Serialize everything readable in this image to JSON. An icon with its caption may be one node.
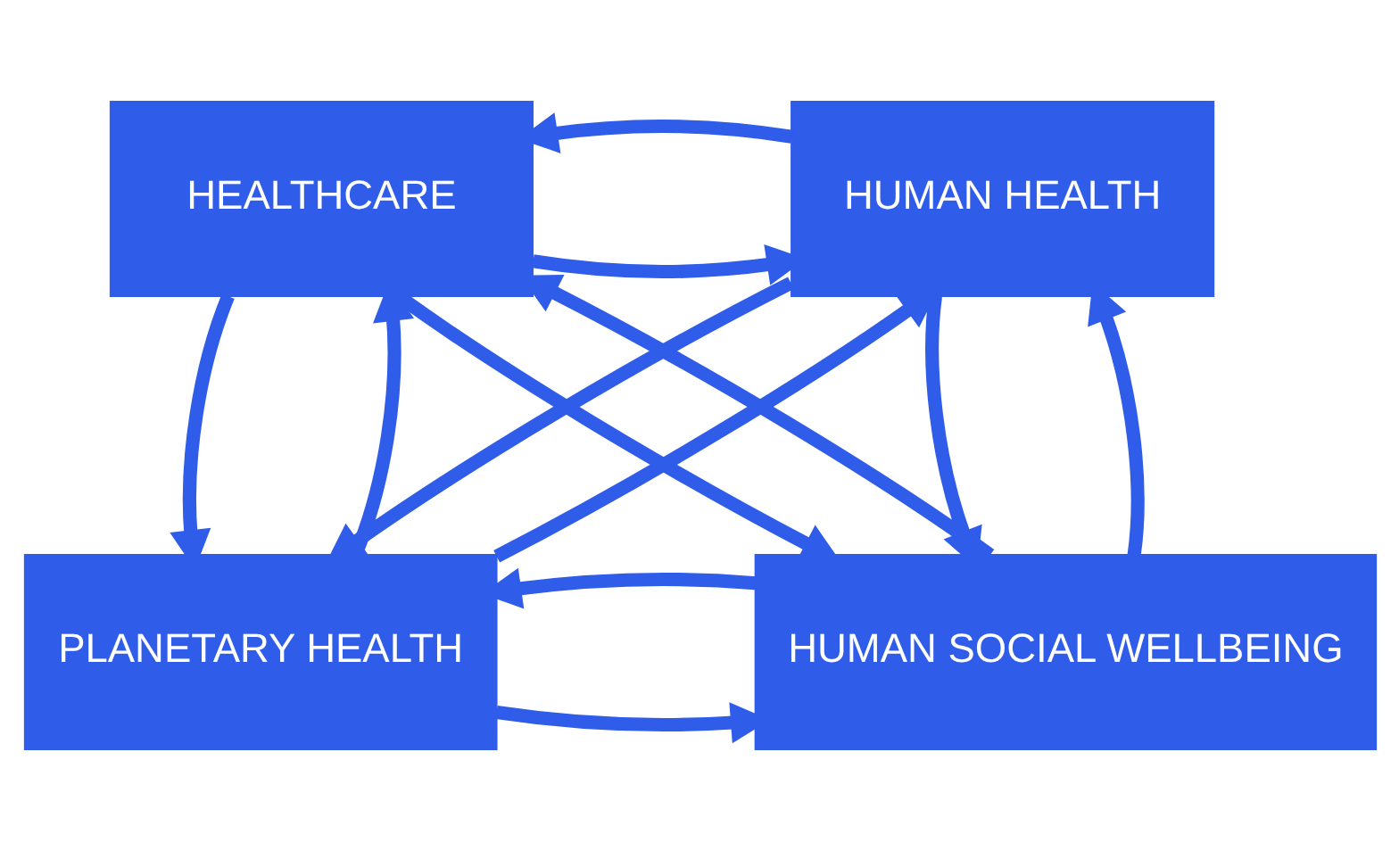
{
  "diagram": {
    "nodes": [
      {
        "text": [
          "HEALTHCARE"
        ]
      },
      {
        "text": [
          "HUMAN HEALTH"
        ]
      },
      {
        "text": [
          "PLANETARY HEALTH"
        ]
      },
      {
        "text": [
          "HUMAN SOCIAL WELLBEING"
        ]
      }
    ],
    "edges": [
      {
        "from": 0,
        "to": 1,
        "arrow": "to"
      },
      {
        "from": 1,
        "to": 0,
        "arrow": "to"
      },
      {
        "from": 0,
        "to": 2,
        "arrow": "to"
      },
      {
        "from": 2,
        "to": 0,
        "arrow": "to"
      },
      {
        "from": 1,
        "to": 3,
        "arrow": "to"
      },
      {
        "from": 3,
        "to": 1,
        "arrow": "to"
      },
      {
        "from": 2,
        "to": 1,
        "arrow": "to"
      },
      {
        "from": 3,
        "to": 0,
        "arrow": "to"
      },
      {
        "from": 0,
        "to": 3,
        "arrow": "to"
      },
      {
        "from": 1,
        "to": 2,
        "arrow": "to"
      },
      {
        "from": 2,
        "to": 3,
        "arrow": "to"
      },
      {
        "from": 3,
        "to": 2,
        "arrow": "to"
      }
    ]
  }
}
